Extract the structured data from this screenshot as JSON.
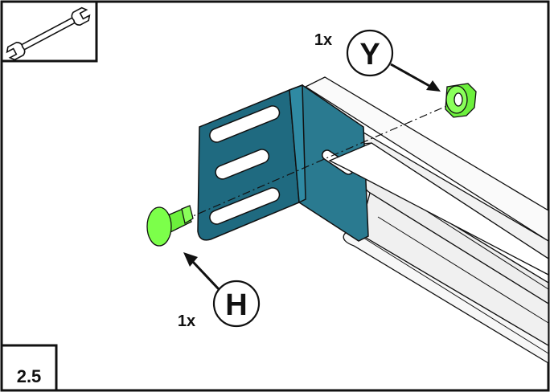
{
  "step": {
    "number": "2.5"
  },
  "tool": {
    "icon": "wrench-icon"
  },
  "parts": [
    {
      "letter": "Y",
      "quantity": "1x",
      "color": "#7CFF4A"
    },
    {
      "letter": "H",
      "quantity": "1x",
      "color": "#7CFF4A"
    }
  ],
  "colors": {
    "bracket": "#1F6A80",
    "part": "#7CFF4A",
    "rail": "#F4F4F4",
    "outline": "#111111"
  }
}
